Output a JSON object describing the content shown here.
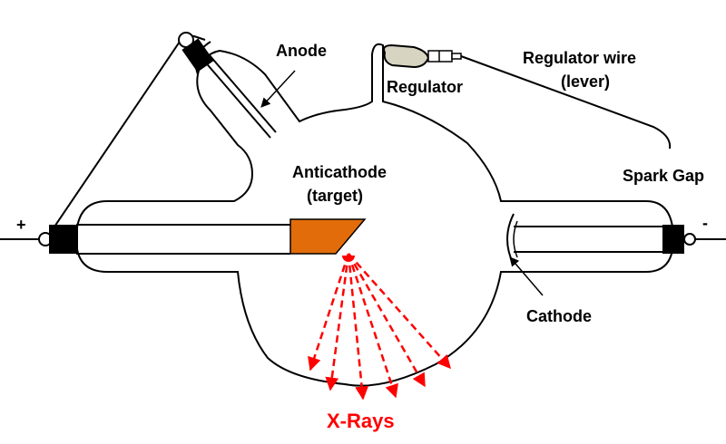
{
  "diagram": {
    "labels": {
      "anode": "Anode",
      "regulator": "Regulator",
      "regulator_wire_line1": "Regulator wire",
      "regulator_wire_line2": "(lever)",
      "anticathode_line1": "Anticathode",
      "anticathode_line2": "(target)",
      "spark_gap": "Spark Gap",
      "cathode": "Cathode",
      "x_rays": "X-Rays",
      "plus": "+",
      "minus": "-"
    },
    "colors": {
      "outline": "#000000",
      "target": "#E36C0A",
      "xrays": "#FF0000",
      "regulator_fill": "#D8D4C2"
    }
  }
}
